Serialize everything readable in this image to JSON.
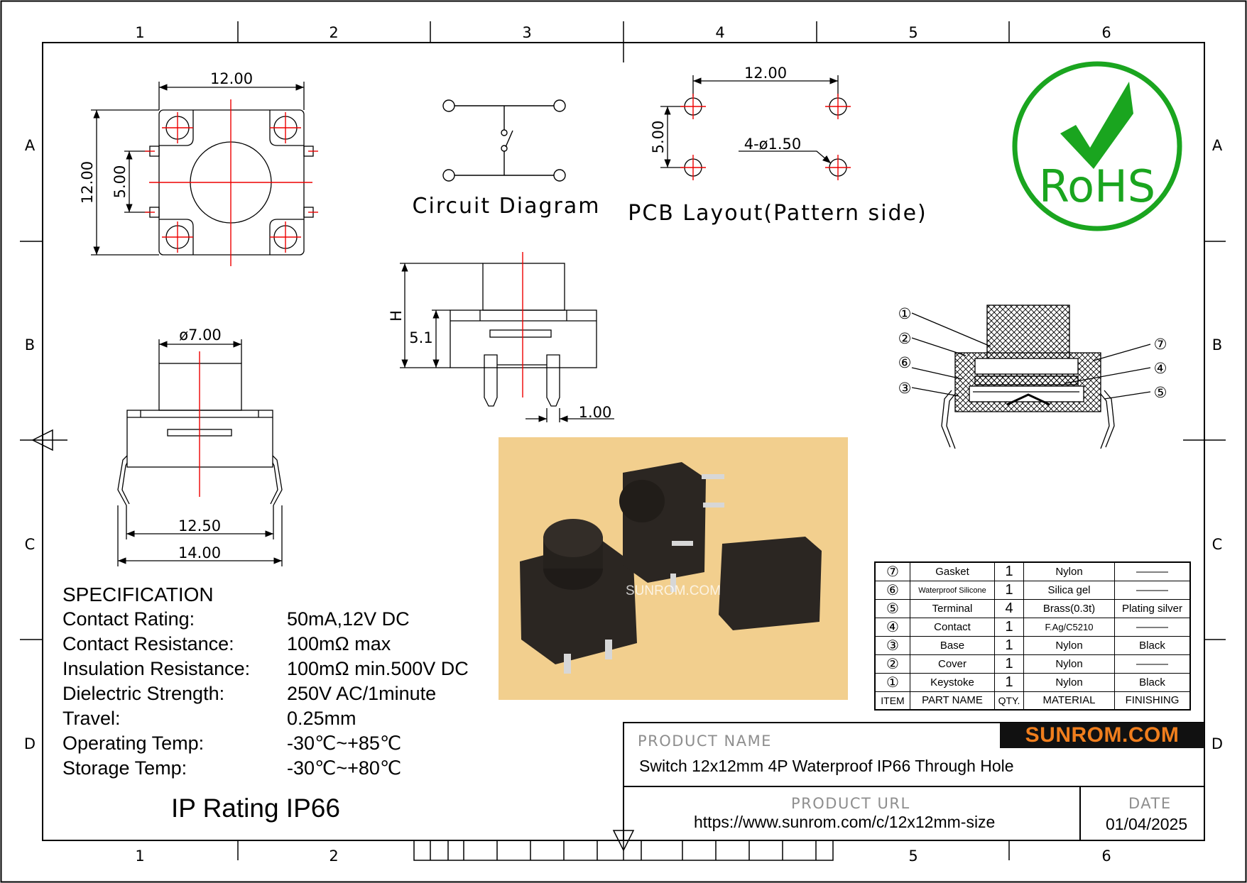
{
  "grid": {
    "columns": [
      "1",
      "2",
      "3",
      "4",
      "5",
      "6"
    ],
    "bottom_columns": [
      "1",
      "2",
      "5",
      "6"
    ],
    "rows": [
      "A",
      "B",
      "C",
      "D"
    ]
  },
  "top_view": {
    "width": "12.00",
    "height": "12.00",
    "pitch": "5.00"
  },
  "circuit": {
    "caption": "Circuit Diagram"
  },
  "pcb": {
    "caption": "PCB Layout(Pattern side)",
    "spacing_x": "12.00",
    "spacing_y": "5.00",
    "holes": "4-ø1.50"
  },
  "front_view": {
    "button_dia": "ø7.00",
    "lead_span": "12.50",
    "body_width": "14.00"
  },
  "side_view": {
    "height_label": "H",
    "base_height": "5.1",
    "pin_width": "1.00"
  },
  "rohs": {
    "text": "RoHS",
    "color": "#1aa51f"
  },
  "callouts": [
    "①",
    "②",
    "③",
    "④",
    "⑤",
    "⑥",
    "⑦"
  ],
  "spec": {
    "title": "SPECIFICATION",
    "rows": [
      {
        "k": "Contact  Rating:",
        "v": "50mA,12V DC"
      },
      {
        "k": "Contact  Resistance:",
        "v": "100mΩ max"
      },
      {
        "k": "Insulation Resistance:",
        "v": "100mΩ min.500V DC"
      },
      {
        "k": "Dielectric  Strength:",
        "v": "250V AC/1minute"
      },
      {
        "k": "Travel:",
        "v": "0.25mm"
      },
      {
        "k": "Operating Temp:",
        "v": "-30℃~+85℃"
      },
      {
        "k": "Storage Temp:",
        "v": "-30℃~+80℃"
      }
    ],
    "ip_rating": "IP Rating IP66"
  },
  "photo": {
    "watermark": "SUNROM.COM"
  },
  "bom": {
    "rows": [
      {
        "item": "⑦",
        "part": "Gasket",
        "qty": "1",
        "material": "Nylon",
        "finishing": "———"
      },
      {
        "item": "⑥",
        "part": "Waterproof Silicone",
        "qty": "1",
        "material": "Silica gel",
        "finishing": "———"
      },
      {
        "item": "⑤",
        "part": "Terminal",
        "qty": "4",
        "material": "Brass(0.3t)",
        "finishing": "Plating silver"
      },
      {
        "item": "④",
        "part": "Contact",
        "qty": "1",
        "material": "F.Ag/C5210",
        "finishing": "———"
      },
      {
        "item": "③",
        "part": "Base",
        "qty": "1",
        "material": "Nylon",
        "finishing": "Black"
      },
      {
        "item": "②",
        "part": "Cover",
        "qty": "1",
        "material": "Nylon",
        "finishing": "———"
      },
      {
        "item": "①",
        "part": "Keystoke",
        "qty": "1",
        "material": "Nylon",
        "finishing": "Black"
      }
    ],
    "header": {
      "item": "ITEM",
      "part": "PART NAME",
      "qty": "QTY.",
      "material": "MATERIAL",
      "finishing": "FINISHING"
    }
  },
  "title_block": {
    "brand": "SUNROM.COM",
    "product_name_label": "PRODUCT NAME",
    "product_name": "Switch 12x12mm 4P Waterproof IP66 Through Hole",
    "product_url_label": "PRODUCT URL",
    "product_url": "https://www.sunrom.com/c/12x12mm-size",
    "date_label": "DATE",
    "date": "01/04/2025"
  }
}
